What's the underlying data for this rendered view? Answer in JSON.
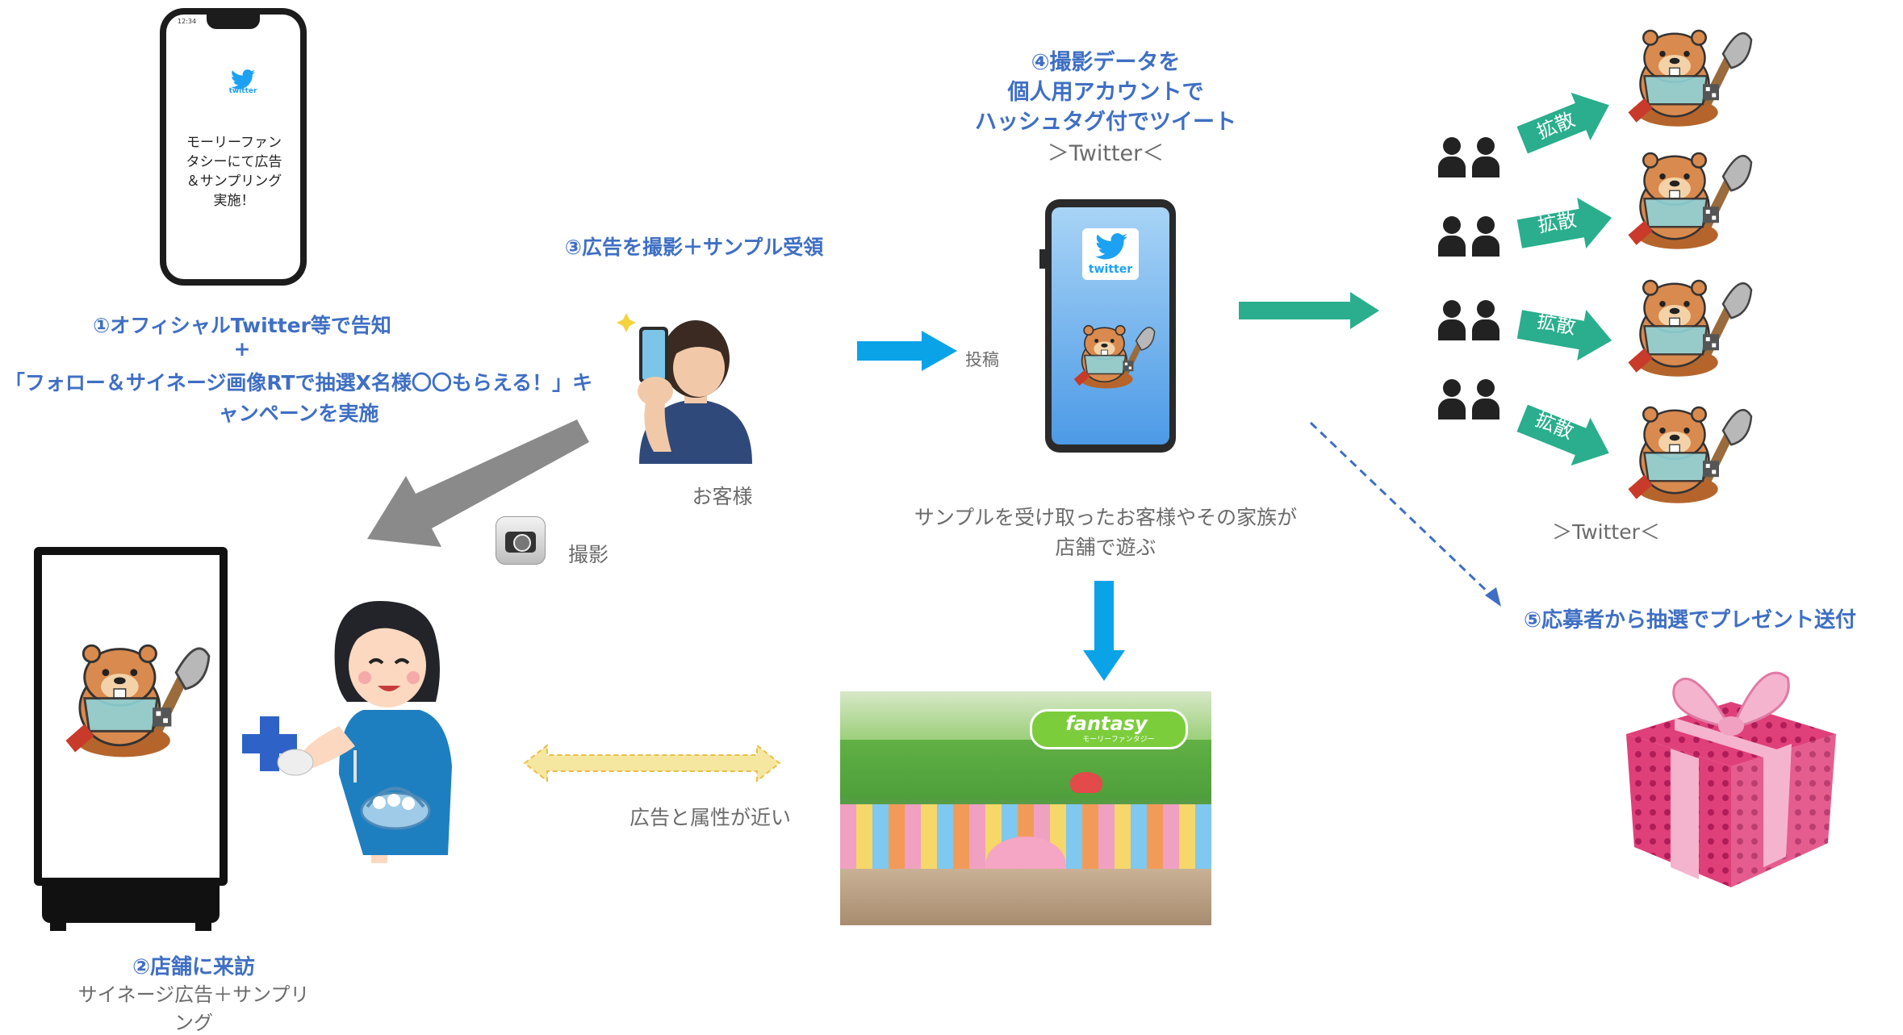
{
  "colors": {
    "heading_blue": "#3f6fc4",
    "gray_text": "#6b6b6b",
    "cyan_arrow": "#0aa3e8",
    "teal_arrow": "#2aae8d",
    "gray_arrow": "#8a8a8a",
    "cross_blue": "#2e62c7",
    "twitter_blue": "#1da1f2",
    "dashed_blue": "#3f6fc4",
    "gift_pink": "#e0407a",
    "double_arrow_yellow": "#f6e7a0"
  },
  "phone1": {
    "icon": "twitter-bird-icon",
    "brand": "twitter",
    "text": "モーリーファンタシーにて広告＆サンプリング実施！"
  },
  "step1": {
    "line1": "①オフィシャルTwitter等で告知",
    "plus": "+",
    "line2": "「フォロー＆サイネージ画像RTで抽選X名様〇〇もらえる！」キャンペーンを実施"
  },
  "step2": {
    "title": "②店舗に来訪",
    "sub": "サイネージ広告＋サンプリング"
  },
  "step3": {
    "title": "③広告を撮影＋サンプル受領",
    "customer_label": "お客様",
    "shoot_label": "撮影",
    "post_label": "投稿"
  },
  "step4": {
    "title_line1": "④撮影データを",
    "title_line2": "個人用アカウントで",
    "title_line3": "ハッシュタグ付でツイート",
    "platform": "＞Twitter＜",
    "phone_brand": "twitter"
  },
  "step5": {
    "title": "⑤応募者から抽選でプレゼント送付"
  },
  "middle": {
    "family_line1": "サンプルを受け取ったお客様やその家族が",
    "family_line2": "店舗で遊ぶ",
    "proximity": "広告と属性が近い",
    "store_sign": "fantasy",
    "store_sign_sub": "モーリーファンタジー"
  },
  "spread": {
    "label": "拡散",
    "platform": "＞Twitter＜",
    "rows": [
      "拡散",
      "拡散",
      "拡散",
      "拡散"
    ]
  },
  "phone_status_time": "12:34"
}
